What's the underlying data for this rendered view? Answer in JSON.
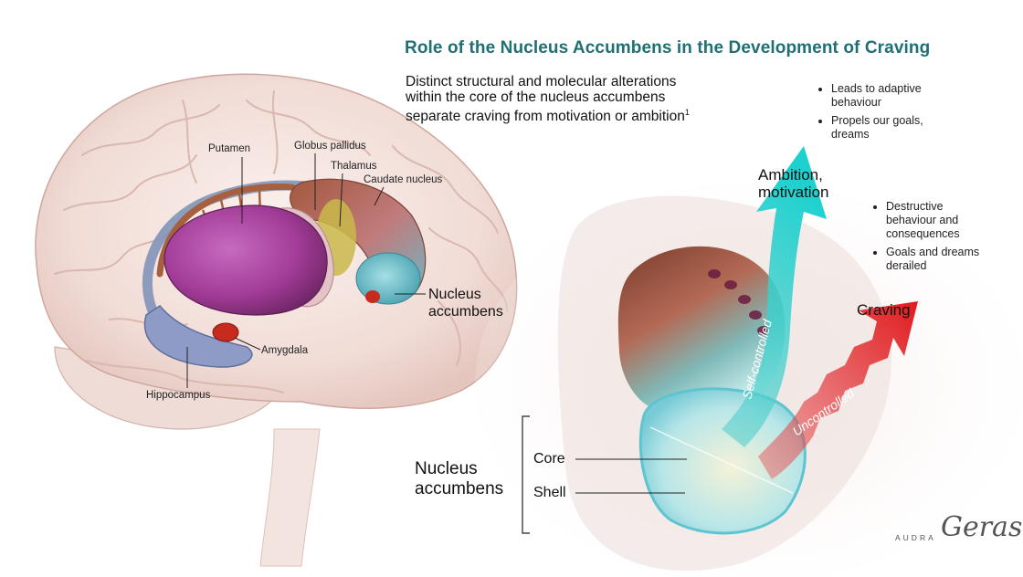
{
  "title": "Role of the Nucleus Accumbens in the Development of Craving",
  "subtitle": {
    "line1": "Distinct structural and molecular alterations",
    "line2": "within the core of the nucleus accumbens",
    "line3": "separate craving from motivation or ambition",
    "footnote": "1"
  },
  "brain_labels": {
    "putamen": "Putamen",
    "globus_pallidus": "Globus pallidus",
    "thalamus": "Thalamus",
    "caudate_nucleus": "Caudate nucleus",
    "nucleus_accumbens_line1": "Nucleus",
    "nucleus_accumbens_line2": "accumbens",
    "amygdala": "Amygdala",
    "hippocampus": "Hippocampus"
  },
  "ambition": {
    "label_line1": "Ambition,",
    "label_line2": "motivation",
    "bullets": [
      "Leads to adaptive behaviour",
      "Propels our goals, dreams"
    ],
    "arrow_text": "Self-controlled",
    "color": "#2ec9c9"
  },
  "craving": {
    "label": "Craving",
    "bullets": [
      "Destructive behaviour and consequences",
      "Goals and dreams derailed"
    ],
    "arrow_text": "Uncontrolled",
    "color": "#e0181c"
  },
  "detail_labels": {
    "nucleus_line1": "Nucleus",
    "nucleus_line2": "accumbens",
    "core": "Core",
    "shell": "Shell"
  },
  "signature": {
    "small": "AUDRA",
    "script": "Geras"
  }
}
